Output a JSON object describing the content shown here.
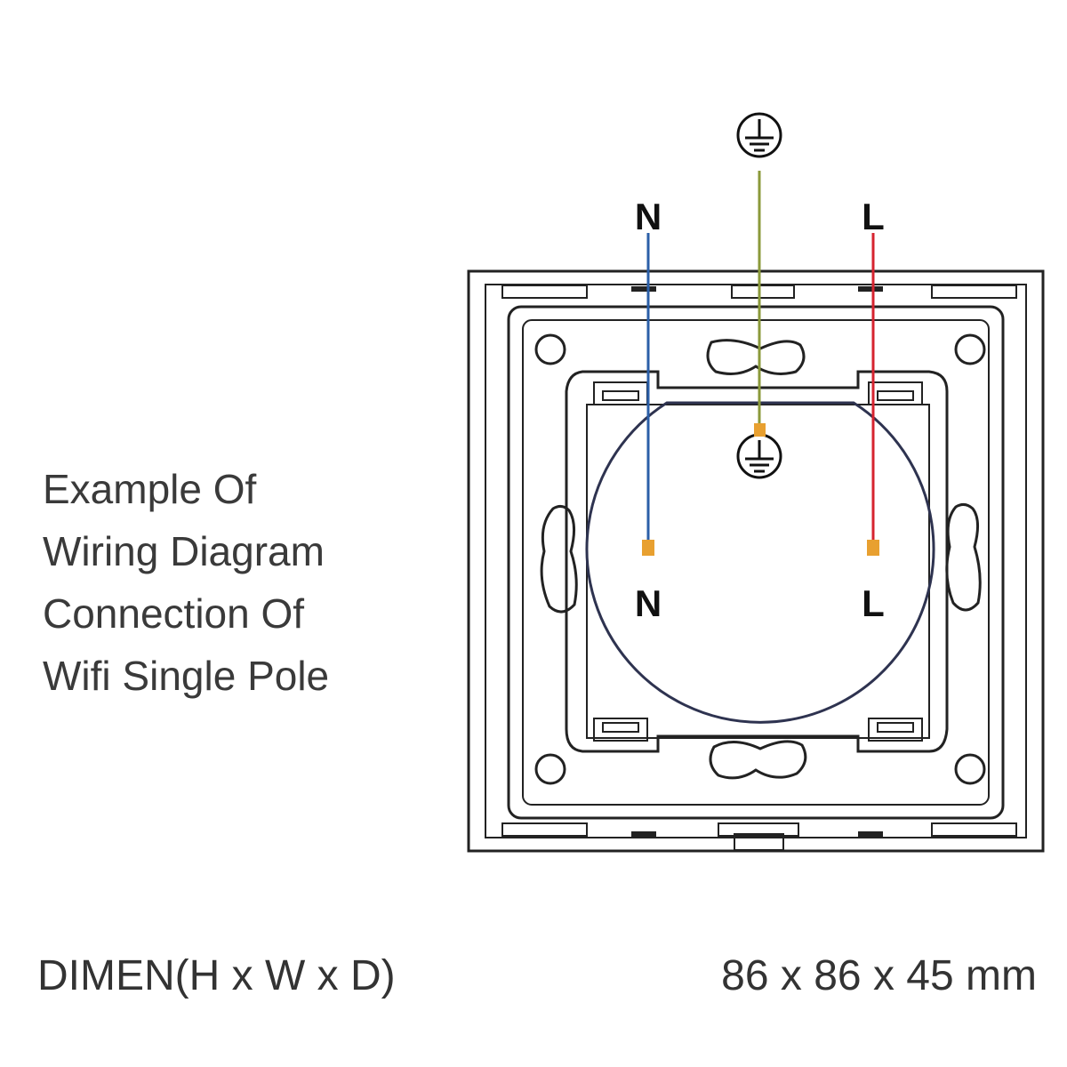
{
  "description": {
    "lines": [
      "Example Of",
      "Wiring Diagram",
      "Connection Of",
      "Wifi Single Pole"
    ]
  },
  "dimensions": {
    "label": "DIMEN(H x W x D)",
    "value": "86 x 86 x 45 mm"
  },
  "wiring": {
    "top_labels": {
      "neutral": "N",
      "live": "L"
    },
    "terminal_labels": {
      "neutral": "N",
      "live": "L"
    },
    "icons": [
      "earth-ground-icon",
      "earth-terminal-icon"
    ],
    "colors": {
      "neutral_wire": "#2b5fa8",
      "earth_wire": "#8b9a3a",
      "live_wire": "#d6232f",
      "terminal": "#e8a030",
      "outline": "#222222"
    }
  }
}
